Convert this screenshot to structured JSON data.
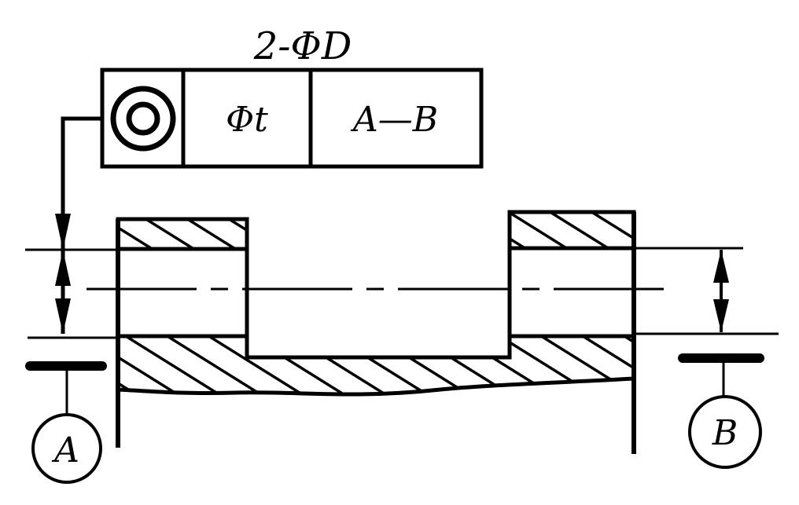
{
  "header_label": "2-ΦD",
  "feature_control_frame": {
    "symbol": "coaxiality-symbol",
    "tolerance": "Φt",
    "datum_reference": "A—B"
  },
  "datums": [
    {
      "letter": "A"
    },
    {
      "letter": "B"
    }
  ],
  "colors": {
    "ink": "#000000",
    "background": "#ffffff"
  }
}
